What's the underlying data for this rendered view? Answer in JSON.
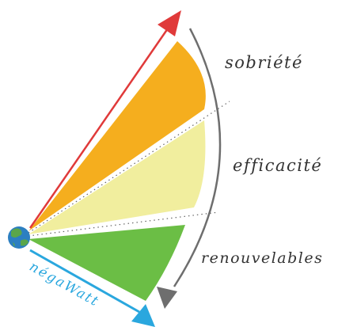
{
  "labels": {
    "top": "sobriété",
    "middle": "efficacité",
    "bottom": "renouvelables"
  },
  "brand": "négaWatt",
  "colors": {
    "sobriete": "#F5AE1E",
    "efficacite": "#F1EE9E",
    "renouvelables": "#6BBE45",
    "red_arrow": "#E03A3A",
    "blue_arrow": "#2AA7DE",
    "grey_arrow": "#6E6E6E",
    "globe_ocean": "#2C7FC1",
    "globe_land": "#5AA64A"
  },
  "icons": {
    "globe": "earth-globe-icon",
    "red_arrow": "arrow-up-right-icon",
    "blue_arrow": "arrow-down-right-icon",
    "grey_arrow": "curved-arrow-down-icon"
  }
}
